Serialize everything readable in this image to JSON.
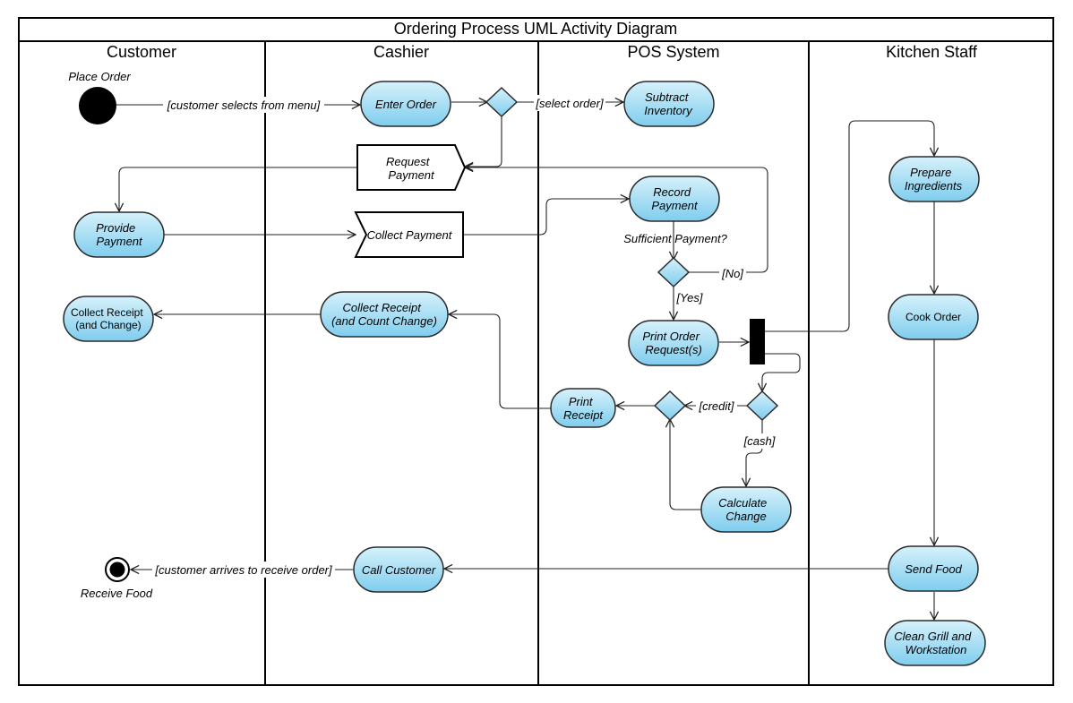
{
  "title": "Ordering Process UML Activity Diagram",
  "lanes": [
    "Customer",
    "Cashier",
    "POS System",
    "Kitchen Staff"
  ],
  "start_label": "Place Order",
  "end_label": "Receive Food",
  "nodes": {
    "enter_order": "Enter Order",
    "subtract_inventory": [
      "Subtract",
      "Inventory"
    ],
    "request_payment": [
      "Request",
      "Payment"
    ],
    "provide_payment": [
      "Provide",
      "Payment"
    ],
    "collect_payment": "Collect Payment",
    "record_payment": [
      "Record",
      "Payment"
    ],
    "print_order": [
      "Print Order",
      "Request(s)"
    ],
    "collect_receipt_cashier": [
      "Collect Receipt",
      "(and Count Change)"
    ],
    "collect_receipt_customer": [
      "Collect Receipt",
      "(and Change)"
    ],
    "print_receipt": [
      "Print",
      "Receipt"
    ],
    "calculate_change": [
      "Calculate",
      "Change"
    ],
    "call_customer": "Call Customer",
    "prepare_ingredients": [
      "Prepare",
      "Ingredients"
    ],
    "cook_order": "Cook Order",
    "send_food": "Send Food",
    "clean_grill": [
      "Clean Grill and",
      "Workstation"
    ]
  },
  "edge_labels": {
    "customer_selects": "[customer selects from menu]",
    "select_order": "[select order]",
    "sufficient_payment": "Sufficient Payment?",
    "no": "[No]",
    "yes": "[Yes]",
    "credit": "[credit]",
    "cash": "[cash]",
    "customer_arrives": "[customer arrives to receive order]"
  },
  "colors": {
    "action_top": "#d6f1fb",
    "action_bottom": "#7fcdee",
    "outline": "#2b2b2b",
    "line": "#222222"
  }
}
